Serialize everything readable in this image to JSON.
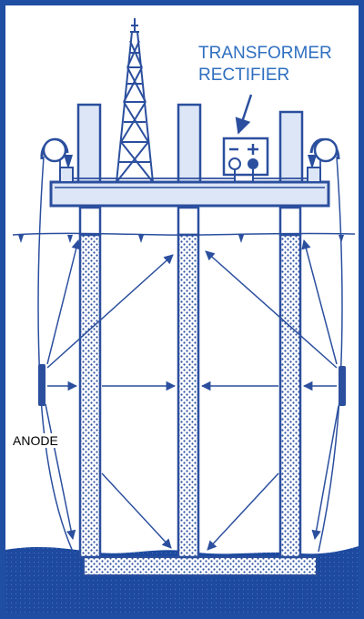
{
  "labels": {
    "transformer_line1": "TRANSFORMER",
    "transformer_line2": "RECTIFIER",
    "anode": "ANODE"
  },
  "colors": {
    "frame": "#1f4ea3",
    "ink": "#2b4f9e",
    "pale_fill": "#dde6f6",
    "seabed": "#1d4a9e",
    "label_text_blue": "#2f6fc0",
    "label_text_black": "#000000",
    "background": "#ffffff"
  },
  "symbols": {
    "rectifier_box": "minus-plus-terminal-icon"
  }
}
